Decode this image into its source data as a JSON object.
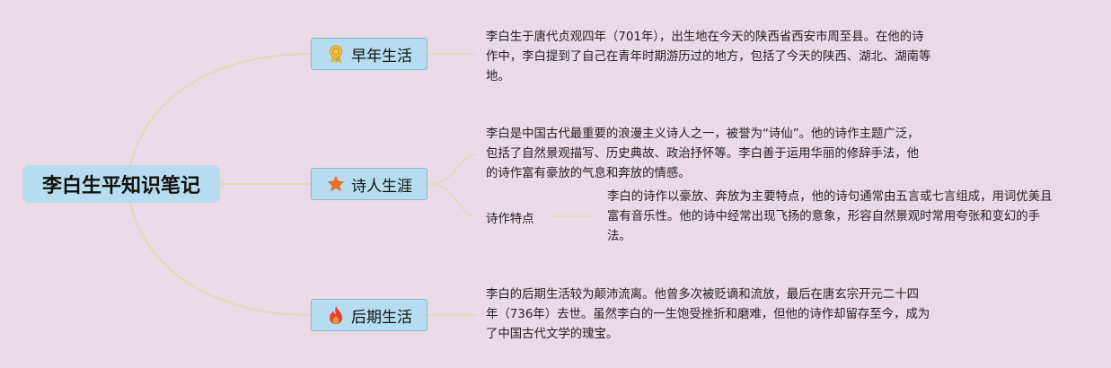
{
  "root": {
    "title": "李白生平知识笔记"
  },
  "branches": [
    {
      "label": "早年生活",
      "icon": "ribbon-award-icon",
      "note": "李白生于唐代贞观四年（701年），出生地在今天的陕西省西安市周至县。在他的诗作中，李白提到了自己在青年时期游历过的地方，包括了今天的陕西、湖北、湖南等地。"
    },
    {
      "label": "诗人生涯",
      "icon": "star-icon",
      "note": "李白是中国古代最重要的浪漫主义诗人之一，被誉为“诗仙”。他的诗作主题广泛，包括了自然景观描写、历史典故、政治抒怀等。李白善于运用华丽的修辞手法，他的诗作富有豪放的气息和奔放的情感。",
      "sub": {
        "label": "诗作特点",
        "note": "李白的诗作以豪放、奔放为主要特点，他的诗句通常由五言或七言组成，用词优美且富有音乐性。他的诗中经常出现飞扬的意象，形容自然景观时常用夸张和变幻的手法。"
      }
    },
    {
      "label": "后期生活",
      "icon": "fire-icon",
      "note": "李白的后期生活较为颠沛流离。他曾多次被贬谪和流放，最后在唐玄宗开元二十四年（736年）去世。虽然李白的一生饱受挫折和磨难，但他的诗作却留存至今，成为了中国古代文学的瑰宝。"
    }
  ],
  "colors": {
    "background": "#ecd9e8",
    "node_fill": "#b6ddef",
    "node_border": "#7cbcd3",
    "connector": "#e6d6b4",
    "award": "#e8b83c",
    "star": "#e8702a",
    "fire": "#e8402a"
  }
}
